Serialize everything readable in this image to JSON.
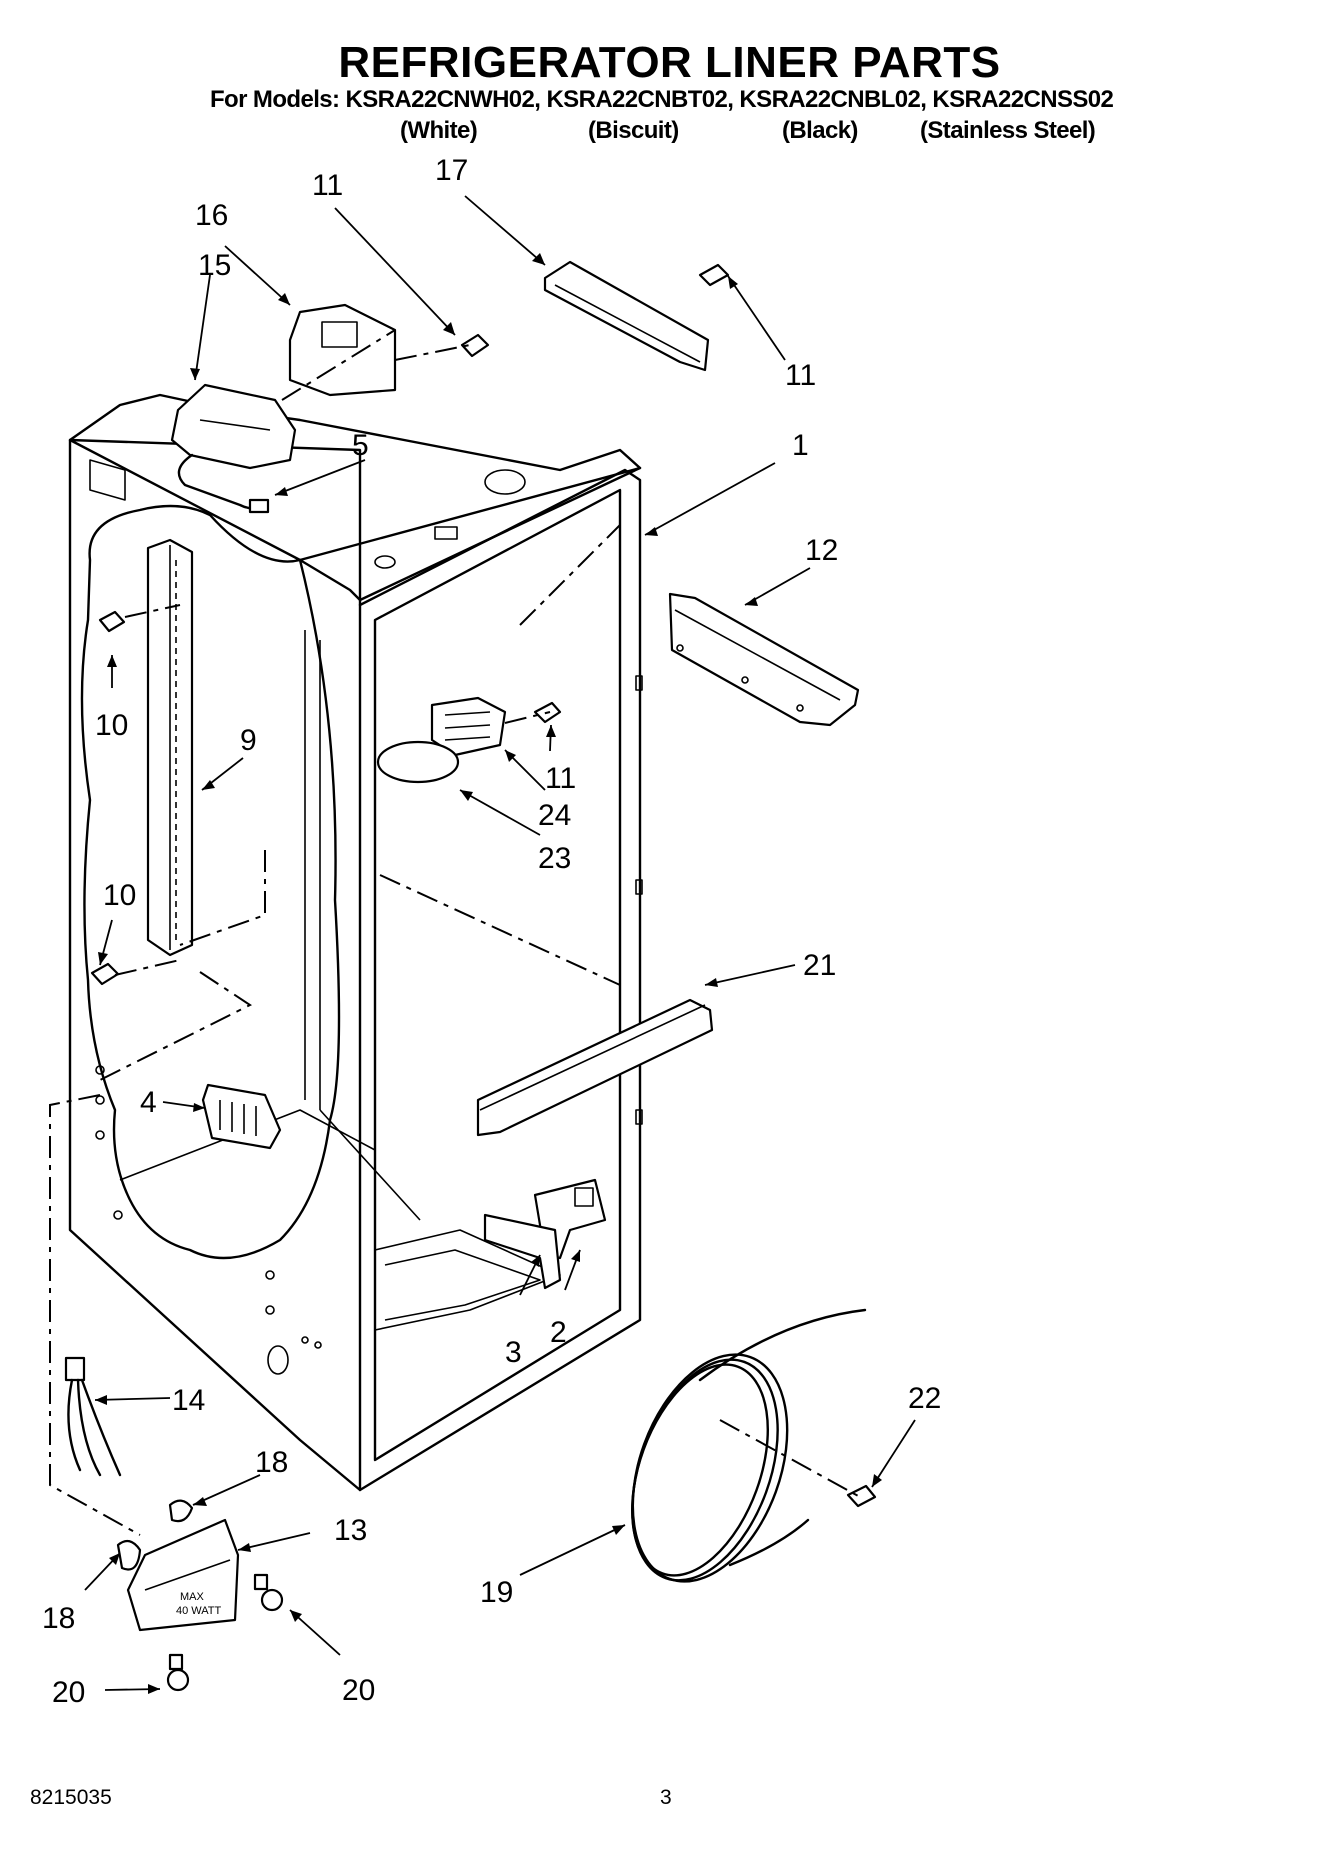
{
  "header": {
    "title": "REFRIGERATOR LINER PARTS",
    "models_line": "For Models: KSRA22CNWH02, KSRA22CNBT02, KSRA22CNBL02, KSRA22CNSS02",
    "finishes": [
      "(White)",
      "(Biscuit)",
      "(Black)",
      "(Stainless Steel)"
    ]
  },
  "callouts": {
    "p1": "1",
    "p2": "2",
    "p3": "3",
    "p4": "4",
    "p5": "5",
    "p9": "9",
    "p10a": "10",
    "p10b": "10",
    "p11a": "11",
    "p11b": "11",
    "p11c": "11",
    "p12": "12",
    "p13": "13",
    "p14": "14",
    "p15": "15",
    "p16": "16",
    "p17": "17",
    "p18a": "18",
    "p18b": "18",
    "p19": "19",
    "p20a": "20",
    "p20b": "20",
    "p21": "21",
    "p22": "22",
    "p23": "23",
    "p24": "24"
  },
  "lamp_label": [
    "MAX",
    "40 WATT"
  ],
  "footer": {
    "doc_number": "8215035",
    "page_number": "3"
  }
}
